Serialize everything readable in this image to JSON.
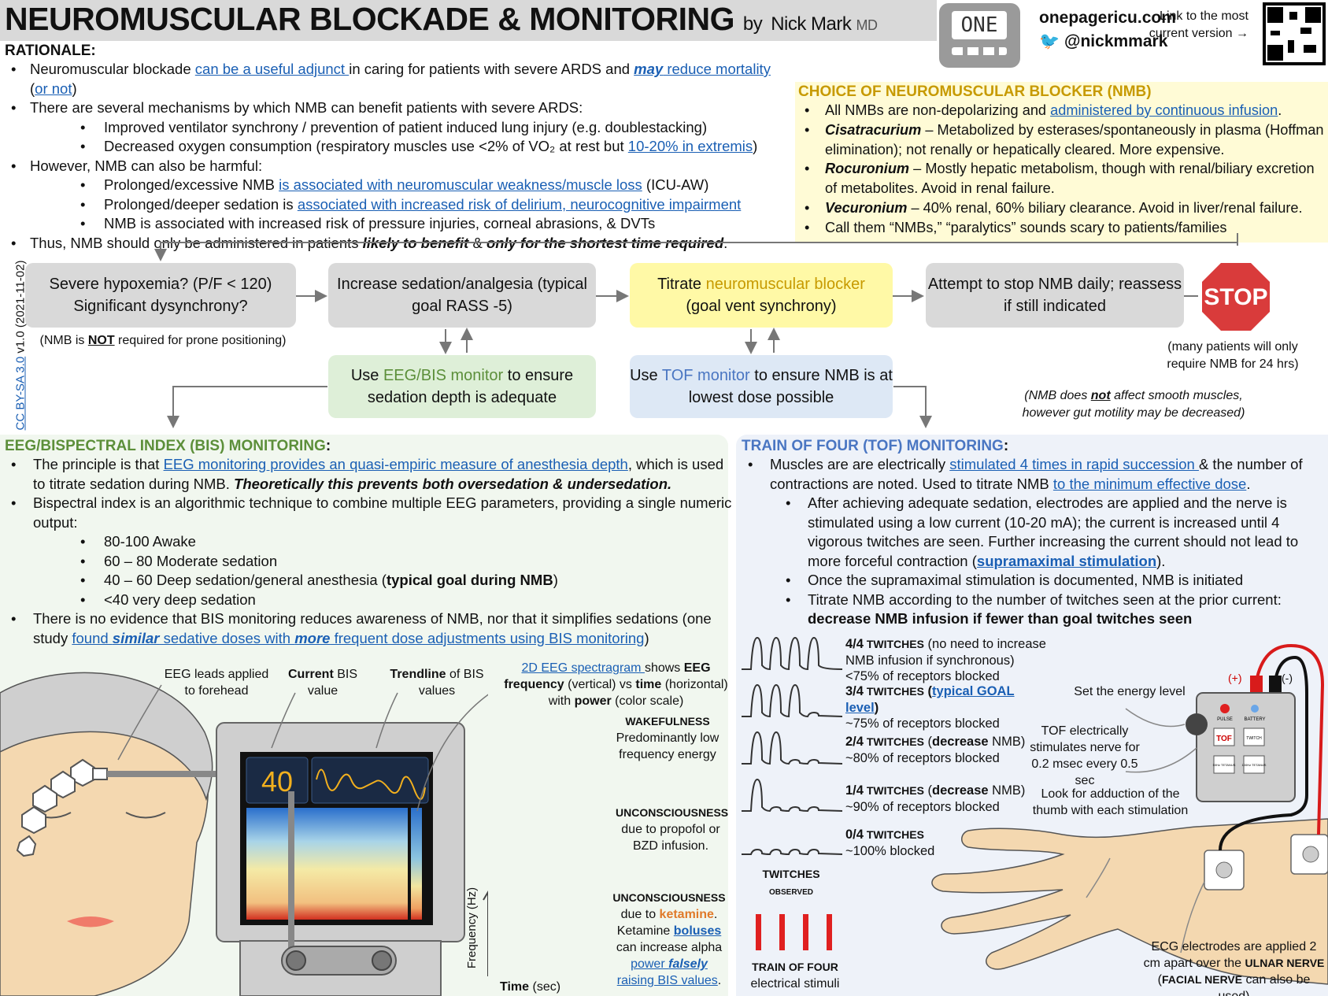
{
  "header": {
    "title": "NEUROMUSCULAR BLOCKADE &  MONITORING",
    "byline": "by",
    "author": "Nick Mark",
    "degree": "MD",
    "logo_text": "ONE",
    "site": "onepagericu.com",
    "twitter": "@nickmmark",
    "link_text": "Link to the most current version →"
  },
  "license": {
    "cc": "CC BY-SA 3.0",
    "version": "v1.0 (2021-11-02)"
  },
  "rationale": {
    "heading": "RATIONALE:",
    "b1": {
      "t1": "Neuromuscular blockade ",
      "l1": "can be a useful adjunct ",
      "t2": "in caring for patients with severe ARDS and ",
      "l2a": "may",
      "l2b": " reduce mortality",
      "t3": " (",
      "l3": "or not",
      "t4": ")"
    },
    "b2": "There are several mechanisms by which NMB can benefit patients with severe ARDS:",
    "b2a": "Improved ventilator synchrony / prevention of patient induced lung injury (e.g. doublestacking)",
    "b2b": {
      "t1": "Decreased oxygen consumption (respiratory muscles use <2% of VO₂ at rest but ",
      "l1": "10-20% in extremis",
      "t2": ")"
    },
    "b3": "However, NMB can also be harmful:",
    "b3a": {
      "t1": "Prolonged/excessive NMB ",
      "l1": "is associated with neuromuscular weakness/muscle loss",
      "t2": " (ICU-AW)"
    },
    "b3b": {
      "t1": "Prolonged/deeper sedation is ",
      "l1": "associated with increased risk of delirium, neurocognitive impairment"
    },
    "b3c": "NMB is associated with increased risk of pressure injuries, corneal abrasions, & DVTs",
    "b4": {
      "t1": "Thus, NMB should only be administered in patients ",
      "e1": "likely to benefit",
      "t2": " & ",
      "e2": "only for the shortest time required",
      "t3": "."
    }
  },
  "choice": {
    "heading": "CHOICE OF NEUROMUSCULAR BLOCKER (NMB)",
    "c1": {
      "t1": "All NMBs are non-depolarizing and ",
      "l1": "administered by continuous infusion",
      "t2": "."
    },
    "c2": {
      "name": "Cisatracurium",
      "text": " – Metabolized by esterases/spontaneously in plasma (Hoffman elimination); not renally or hepatically cleared. More expensive."
    },
    "c3": {
      "name": "Rocuronium",
      "text": " – Mostly hepatic metabolism, though with renal/biliary excretion of metabolites. Avoid in renal failure."
    },
    "c4": {
      "name": "Vecuronium",
      "text": " – 40% renal, 60% biliary clearance. Avoid in liver/renal failure."
    },
    "c5": "Call them “NMBs,” “paralytics” sounds scary to patients/families"
  },
  "flow": {
    "box1": "Severe hypoxemia? (P/F < 120) Significant dysynchrony?",
    "box1_note": {
      "t1": "(NMB is ",
      "u": "NOT",
      "t2": " required for prone positioning)"
    },
    "box2": "Increase sedation/analgesia (typical goal RASS -5)",
    "box3": {
      "t1": "Titrate ",
      "hl": "neuromuscular blocker",
      "t2": "(goal vent synchrony)"
    },
    "box4": "Attempt to stop NMB daily; reassess if still indicated",
    "stop": "STOP",
    "stop_note": "(many patients will only require NMB for 24 hrs)",
    "box5": {
      "t1": "Use ",
      "hl": "EEG/BIS monitor",
      "t2": " to ensure sedation depth is adequate"
    },
    "box6": {
      "t1": "Use ",
      "hl": "TOF monitor",
      "t2": " to ensure NMB is at lowest dose possible"
    },
    "smooth_note": {
      "t1": "(NMB does ",
      "u": "not",
      "t2": " affect smooth muscles, however gut motility may be decreased)"
    }
  },
  "eeg": {
    "heading": "EEG/BISPECTRAL INDEX (BIS) MONITORING",
    "colon": ":",
    "e1": {
      "t1": "The principle is that ",
      "l1": "EEG monitoring provides an quasi-empiric measure of anesthesia depth",
      "t2": ", which is used to titrate sedation during NMB. ",
      "b": "Theoretically this prevents both oversedation & undersedation."
    },
    "e2": "Bispectral index is an algorithmic technique to combine multiple EEG parameters, providing a single numeric output:",
    "levels": [
      "80-100 Awake",
      "60 – 80 Moderate sedation",
      "40 – 60 Deep sedation/general anesthesia (",
      "<40 very deep sedation"
    ],
    "level3_bold": "typical goal during NMB",
    "level3_end": ")",
    "e3": {
      "t1": "There is no evidence that BIS monitoring reduces awareness of NMB, nor that it simplifies sedations (one study ",
      "l1": "found ",
      "l1e": "similar",
      "l2": " sedative doses with ",
      "l2e": "more",
      "l3": " frequent dose adjustments using BIS monitoring",
      "t2": ")"
    },
    "lbl_leads": "EEG leads applied to forehead",
    "lbl_current_b": "Current",
    "lbl_current": " BIS value",
    "lbl_trend_b": "Trendline",
    "lbl_trend": " of BIS values",
    "bis_value": "40",
    "spec_head": {
      "l": "2D EEG spectragram ",
      "t1": "shows ",
      "b1": "EEG frequency",
      "t2": " (vertical) vs ",
      "b2": "time",
      "t3": " (horizontal) with ",
      "b3": "power",
      "t4": " (color scale)"
    },
    "wake_h": "WAKEFULNESS",
    "wake_t": "Predominantly low frequency energy",
    "unc1_h": "UNCONSCIOUSNESS",
    "unc1_t": "due to propofol or BZD infusion.",
    "unc2_h": "UNCONSCIOUSNESS",
    "unc2_t1": "due to ",
    "unc2_k": "ketamine",
    "unc2_t2": ". Ketamine ",
    "unc2_l1": "boluses",
    "unc2_t3": " can increase alpha ",
    "unc2_l2": "power ",
    "unc2_l2e": "falsely",
    "unc2_l3": " raising BIS values",
    "unc2_t4": ".",
    "axis_y": "Frequency (Hz)",
    "axis_x_b": "Time",
    "axis_x": " (sec)"
  },
  "tof": {
    "heading": "TRAIN OF FOUR (TOF) MONITORING",
    "colon": ":",
    "t1": {
      "a": "Muscles are are electrically ",
      "l1": "stimulated 4 times in rapid succession ",
      "b": "& the number of contractions are noted. Used to titrate NMB ",
      "l2": "to the minimum effective dose",
      "c": "."
    },
    "t1a": {
      "a": "After achieving adequate sedation, electrodes are applied and the nerve is stimulated using a low current (10-20 mA); the current is increased until 4 vigorous twitches are seen. Further increasing the current should not lead to more forceful contraction (",
      "l": "supramaximal stimulation",
      "b": ")."
    },
    "t1b": "Once the supramaximal stimulation is documented, NMB is initiated",
    "t1c": {
      "a": "Titrate NMB according to the number of twitches seen at the prior current: ",
      "b": "decrease NMB infusion if fewer than goal twitches seen"
    },
    "twitches": [
      {
        "n": "4/4",
        "tw": " TWITCHES",
        "desc": " (no need to increase NMB infusion if synchronous)",
        "line2": "<75% of receptors blocked"
      },
      {
        "n": "3/4",
        "tw": " TWITCHES",
        "desc_pre": " (",
        "desc_l": "typical GOAL level",
        "desc_post": ")",
        "line2": "~75% of receptors blocked"
      },
      {
        "n": "2/4",
        "tw": " TWITCHES",
        "desc_pre": " (",
        "desc_b": "decrease",
        "desc_post": " NMB)",
        "line2": "~80% of receptors blocked"
      },
      {
        "n": "1/4",
        "tw": " TWITCHES",
        "desc_pre": " (",
        "desc_b": "decrease",
        "desc_post": " NMB)",
        "line2": "~90% of receptors blocked"
      },
      {
        "n": "0/4",
        "tw": " TWITCHES",
        "line2": "~100% blocked"
      }
    ],
    "twitches_observed": "TWITCHES observed",
    "tof_stim_h": "TRAIN OF FOUR",
    "tof_stim": "electrical stimuli",
    "energy": "Set the energy level",
    "tof_desc": "TOF electrically stimulates nerve for 0.2 msec every 0.5 sec",
    "thumb": "Look for adduction of the thumb with each stimulation",
    "ecg": {
      "t1": "ECG electrodes are applied 2 cm apart over the ",
      "n1": "ULNAR NERVE",
      "t2": "(",
      "n2": "FACIAL NERVE",
      "t3": " can also be used)"
    },
    "plus": "(+)",
    "minus": "(-)",
    "dev_pulse": "PULSE",
    "dev_battery": "BATTERY",
    "dev_tof": "TOF",
    "dev_twitch": "TWITCH",
    "dev_50": "50Hz TETANUS",
    "dev_100": "100Hz TETANUS"
  }
}
